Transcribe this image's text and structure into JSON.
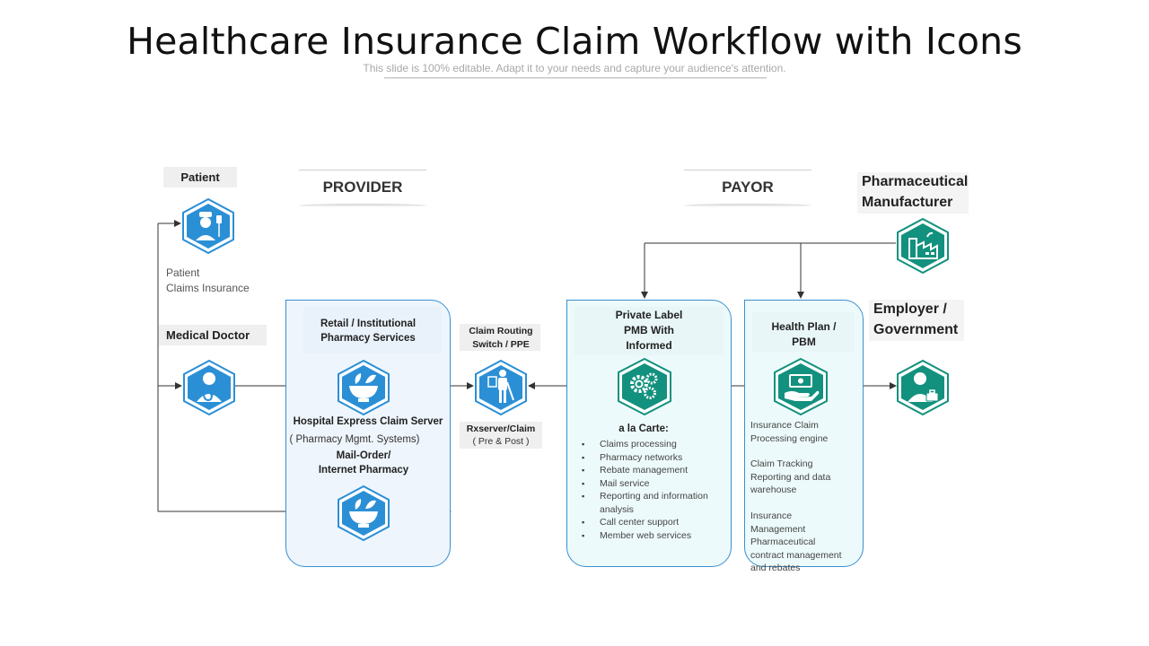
{
  "header": {
    "title": "Healthcare Insurance Claim Workflow with Icons",
    "subtitle": "This slide is 100% editable. Adapt it to your needs and capture your audience's attention."
  },
  "sections": {
    "provider": "PROVIDER",
    "payor": "PAYOR"
  },
  "patient": {
    "label": "Patient",
    "caption_line1": "Patient",
    "caption_line2": "Claims Insurance"
  },
  "doctor": {
    "label": "Medical Doctor"
  },
  "pharmacy": {
    "title_line1": "Retail / Institutional",
    "title_line2": "Pharmacy  Services",
    "server": "Hospital Express Claim Server",
    "mgmt": "( Pharmacy Mgmt.  Systems)",
    "mail_line1": "Mail-Order/",
    "mail_line2": "Internet Pharmacy"
  },
  "routing": {
    "title_line1": "Claim Routing",
    "title_line2": "Switch / PPE",
    "rx": "Rxserver/Claim",
    "rx_sub": "( Pre & Post )"
  },
  "private_label": {
    "title_line1": "Private Label",
    "title_line2": "PMB With",
    "title_line3": "Informed",
    "carte": "a la Carte:",
    "items": [
      "Claims processing",
      "Pharmacy networks",
      "Rebate management",
      "Mail service",
      "Reporting and information analysis",
      "Call center support",
      "Member web services"
    ]
  },
  "health_plan": {
    "title_line1": "Health Plan /",
    "title_line2": "PBM",
    "note1_line1": "Insurance Claim",
    "note1_line2": "Processing engine",
    "note2_line1": "Claim Tracking",
    "note2_line2": "Reporting and data",
    "note2_line3": "warehouse",
    "note3_line1": "Insurance",
    "note3_line2": "Management",
    "note3_line3": "Pharmaceutical",
    "note3_line4": "contract management",
    "note3_line5": "and rebates"
  },
  "pharma": {
    "line1": "Pharmaceutical",
    "line2": "Manufacturer"
  },
  "employer": {
    "line1": "Employer /",
    "line2": "Government"
  },
  "colors": {
    "blue": "#2b8fd6",
    "teal": "#12917e",
    "panel_border": "#3a8fd0",
    "line": "#333333"
  },
  "icons": {
    "patient": "patient-nurse-icon",
    "doctor": "doctor-stethoscope-icon",
    "pharmacy": "mortar-pestle-icon",
    "mail": "mortar-pestle-icon",
    "routing": "person-switch-icon",
    "private_label": "gears-icon",
    "health_plan": "money-hand-icon",
    "pharma": "factory-icon",
    "employer": "businessman-icon"
  }
}
